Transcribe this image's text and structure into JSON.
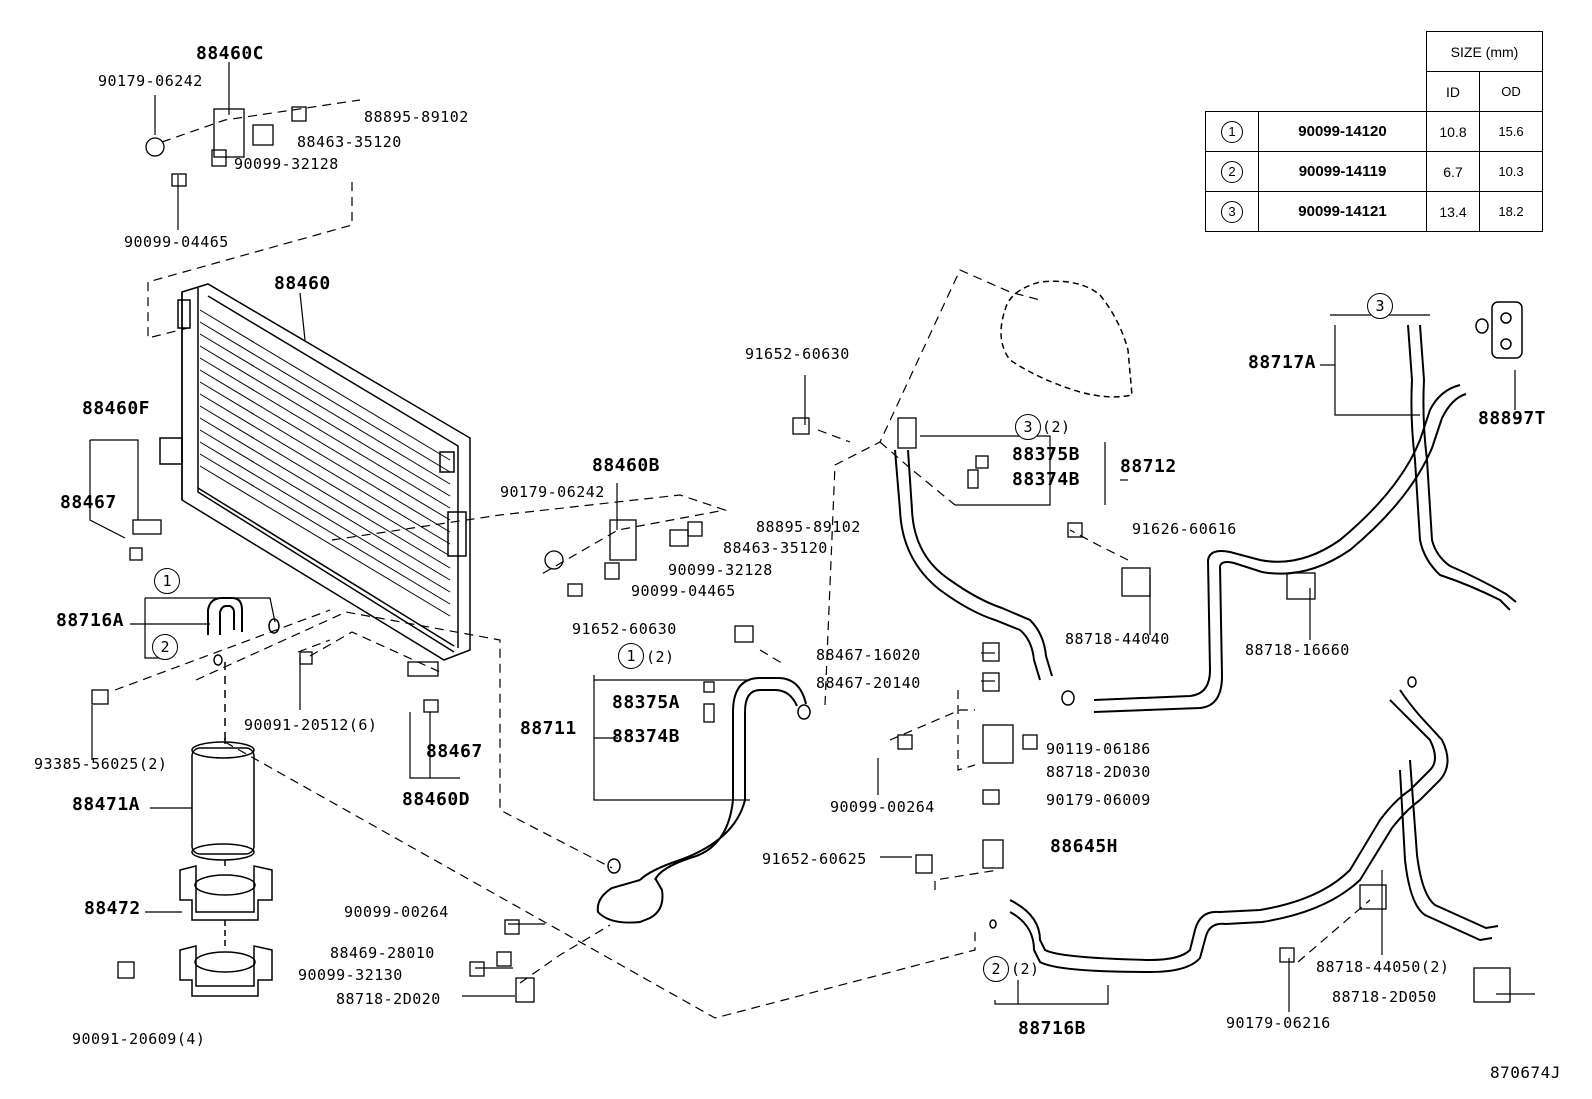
{
  "size_table": {
    "header": "SIZE (mm)",
    "col_id": "ID",
    "col_od": "OD",
    "rows": [
      {
        "mark": "1",
        "part": "90099-14120",
        "id": "10.8",
        "od": "15.6"
      },
      {
        "mark": "2",
        "part": "90099-14119",
        "id": "6.7",
        "od": "10.3"
      },
      {
        "mark": "3",
        "part": "90099-14121",
        "id": "13.4",
        "od": "18.2"
      }
    ]
  },
  "labels": {
    "p88460C": "88460C",
    "p90179_06242_a": "90179-06242",
    "p88895_89102_a": "88895-89102",
    "p88463_35120_a": "88463-35120",
    "p90099_32128_a": "90099-32128",
    "p90099_04465_a": "90099-04465",
    "p88460": "88460",
    "p88460F": "88460F",
    "p88467_a": "88467",
    "p88716A": "88716A",
    "p93385": "93385-56025(2)",
    "p88471A": "88471A",
    "p88472": "88472",
    "p90091_20609": "90091-20609(4)",
    "p90091_20512": "90091-20512(6)",
    "p88467_b": "88467",
    "p88460D": "88460D",
    "p88460B": "88460B",
    "p90179_06242_b": "90179-06242",
    "p88895_89102_b": "88895-89102",
    "p88463_35120_b": "88463-35120",
    "p90099_32128_b": "90099-32128",
    "p90099_04465_b": "90099-04465",
    "p91652_60630_a": "91652-60630",
    "p91652_60630_b": "91652-60630",
    "p88711": "88711",
    "p88375A": "88375A",
    "p88374B_a": "88374B",
    "p90099_00264_a": "90099-00264",
    "p88469_28010": "88469-28010",
    "p90099_32130": "90099-32130",
    "p88718_2D020": "88718-2D020",
    "p91652_60625": "91652-60625",
    "p88467_16020": "88467-16020",
    "p88467_20140": "88467-20140",
    "p90099_00264_b": "90099-00264",
    "p90119_06186": "90119-06186",
    "p88718_2D030": "88718-2D030",
    "p90179_06009": "90179-06009",
    "p88645H": "88645H",
    "p88716B": "88716B",
    "p88375B": "88375B",
    "p88374B_b": "88374B",
    "p88712": "88712",
    "p91626_60616": "91626-60616",
    "p88718_44040": "88718-44040",
    "p88717A": "88717A",
    "p88897T": "88897T",
    "p88718_16660": "88718-16660",
    "p88718_44050": "88718-44050(2)",
    "p88718_2D050": "88718-2D050",
    "p90179_06216": "90179-06216",
    "qty2": "(2)",
    "diagram_id": "870674J"
  },
  "marks": {
    "one": "1",
    "two": "2",
    "three": "3"
  }
}
